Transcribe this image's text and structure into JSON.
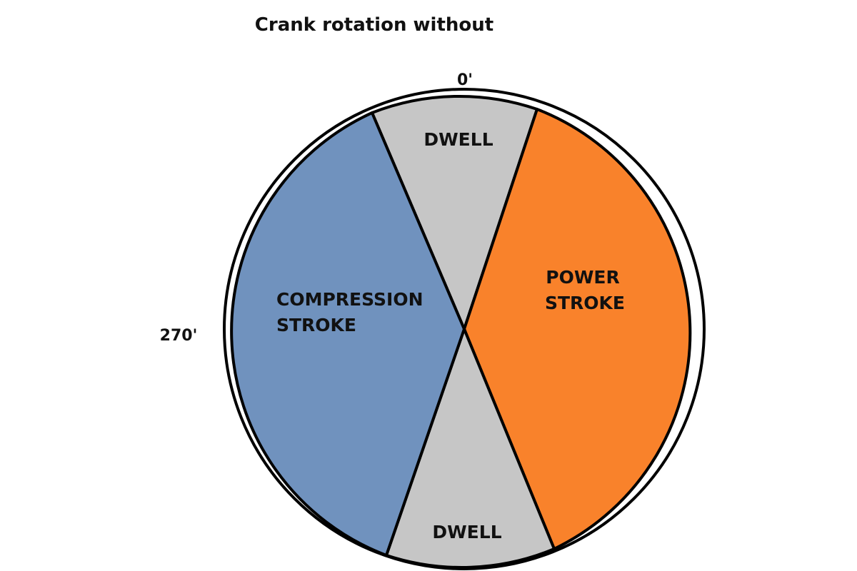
{
  "title": "Crank rotation without",
  "degree_labels": {
    "top": "0'",
    "left": "270'"
  },
  "segments": {
    "dwell_top": {
      "label": "DWELL",
      "color": "#c6c6c6"
    },
    "power": {
      "line1": "POWER",
      "line2": "STROKE",
      "color": "#f9822b"
    },
    "dwell_bottom": {
      "label": "DWELL",
      "color": "#c6c6c6"
    },
    "compression": {
      "line1": "COMPRESSION",
      "line2": "STROKE",
      "color": "#7092be"
    }
  },
  "outline_color": "#000000"
}
